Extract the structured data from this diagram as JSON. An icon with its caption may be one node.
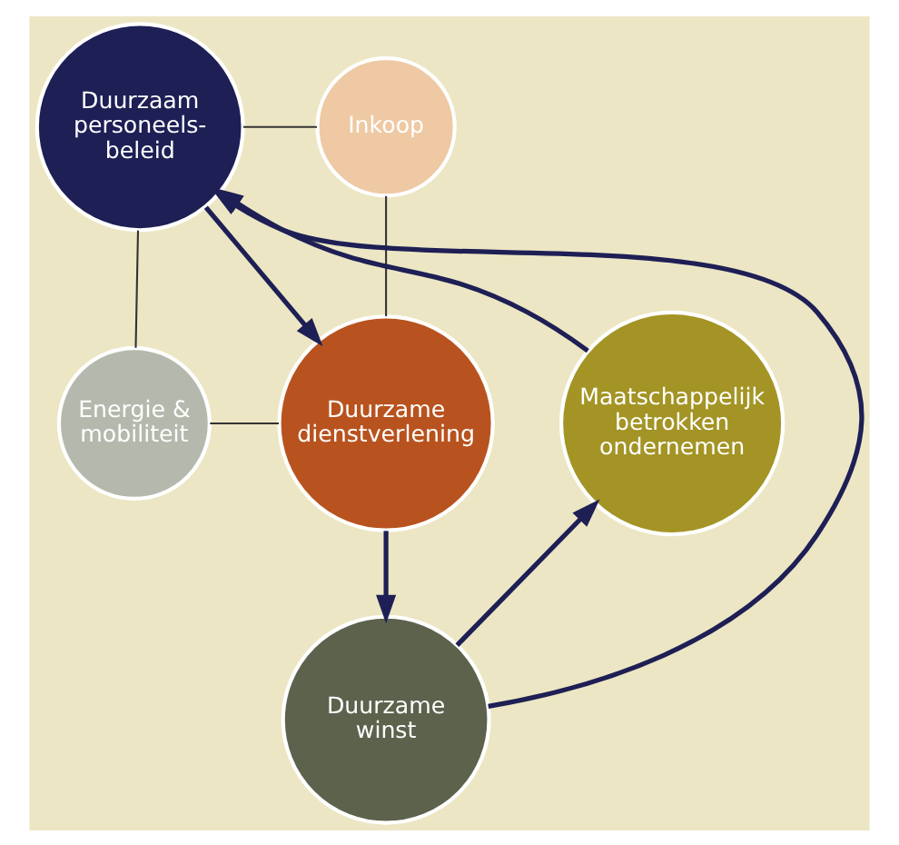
{
  "diagram": {
    "nodes": [
      {
        "text": [
          "Duurzaam personeels- beleid"
        ]
      },
      {
        "text": [
          "Inkoop"
        ]
      },
      {
        "text": [
          "Energie & mobiliteit"
        ]
      },
      {
        "text": [
          "Duurzame dienstverlening"
        ]
      },
      {
        "text": [
          "Maatschappelijk betrokken ondernemen"
        ]
      },
      {
        "text": [
          "Duurzame winst"
        ]
      }
    ],
    "edges": [
      {
        "from": 0,
        "to": 3,
        "arrow": "to"
      },
      {
        "from": 3,
        "to": 5,
        "arrow": "to"
      },
      {
        "from": 5,
        "to": 4,
        "arrow": "to"
      },
      {
        "from": 4,
        "to": 0,
        "arrow": "to"
      },
      {
        "from": 5,
        "to": 0,
        "arrow": "to"
      },
      {
        "from": 0,
        "to": 1,
        "arrow": "none",
        "color": "#333333"
      },
      {
        "from": 1,
        "to": 3,
        "arrow": "none",
        "color": "#333333"
      },
      {
        "from": 0,
        "to": 2,
        "arrow": "none",
        "color": "#333333"
      },
      {
        "from": 2,
        "to": 3,
        "arrow": "none",
        "color": "#333333"
      }
    ]
  }
}
